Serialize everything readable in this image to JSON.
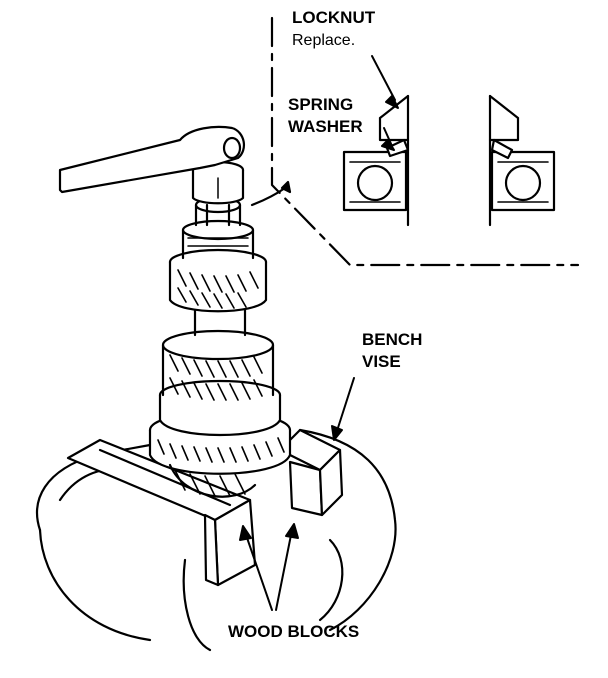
{
  "labels": {
    "locknut": "LOCKNUT",
    "locknut_note": "Replace.",
    "spring": "SPRING",
    "washer": "WASHER",
    "bench": "BENCH",
    "vise": "VISE",
    "wood_blocks": "WOOD BLOCKS"
  },
  "colors": {
    "ink": "#000000",
    "paper": "#ffffff"
  }
}
